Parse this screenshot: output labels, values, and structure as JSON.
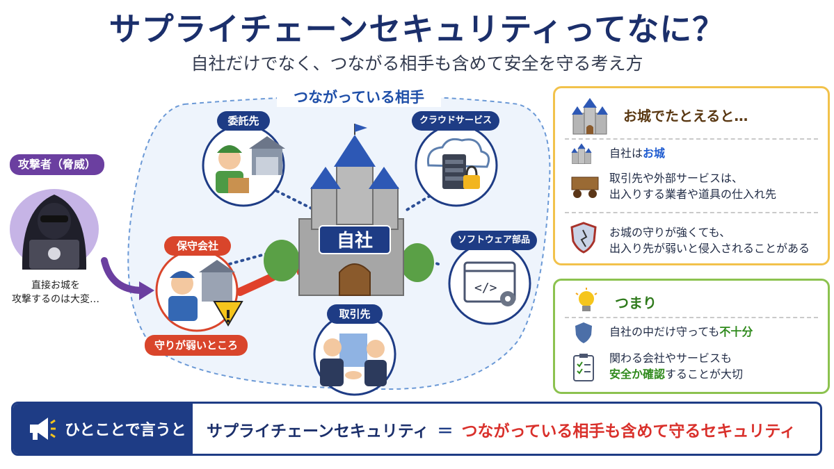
{
  "title": "サプライチェーンセキュリティってなに？",
  "subtitle": "自社だけでなく、つながる相手も含めて安全を守る考え方",
  "diagram": {
    "cloud_label": "つながっている相手",
    "center_label": "自社",
    "attacker": {
      "label": "攻撃者（脅威）",
      "note_line1": "直接お城を",
      "note_line2": "攻撃するのは大変…"
    },
    "nodes": {
      "contractor": "委託先",
      "cloud_service": "クラウドサービス",
      "maintenance": "保守会社",
      "software": "ソフトウェア部品",
      "partner": "取引先"
    },
    "weak_point": "守りが弱いところ"
  },
  "castle_panel": {
    "heading": "お城でたとえると…",
    "row1_prefix": "自社は",
    "row1_highlight": "お城",
    "row2_line1": "取引先や外部サービスは、",
    "row2_line2": "出入りする業者や道具の仕入れ先",
    "row3_line1": "お城の守りが強くても、",
    "row3_line2": "出入り先が弱いと侵入されることがある"
  },
  "summary_panel": {
    "heading": "つまり",
    "row1_prefix": "自社の中だけ守っても",
    "row1_highlight": "不十分",
    "row2_line1": "関わる会社やサービスも",
    "row2_highlight": "安全か確認",
    "row2_suffix": "することが大切"
  },
  "bottom": {
    "label": "ひとことで言うと",
    "term": "サプライチェーンセキュリティ",
    "equals": "＝",
    "definition": "つながっている相手も含めて守るセキュリティ"
  },
  "colors": {
    "navy": "#1e3c85",
    "red": "#d9452b",
    "purple": "#6b3fa0",
    "gold": "#f2c24b",
    "green": "#8cc24f"
  }
}
